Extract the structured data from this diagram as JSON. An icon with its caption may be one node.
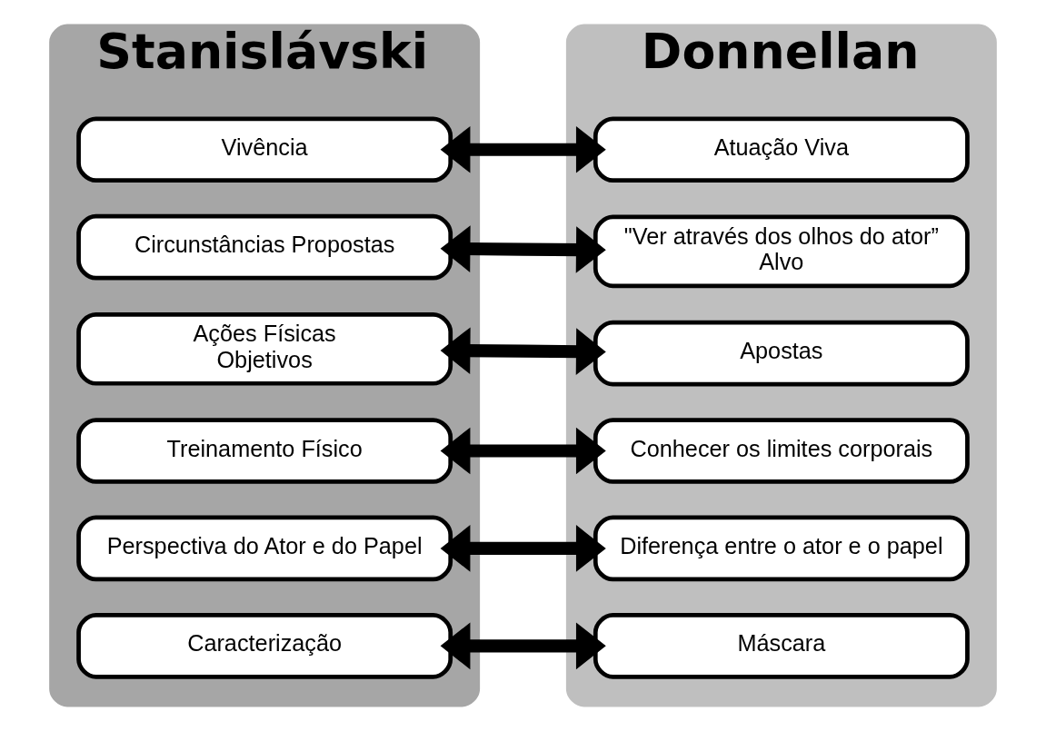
{
  "diagram": {
    "nodes": [
      {
        "text": [
          "Stanislávski"
        ]
      },
      {
        "text": [
          "Vivência"
        ],
        "in": 0
      },
      {
        "text": [
          "Circunstâncias Propostas"
        ],
        "in": 0
      },
      {
        "text": [
          "Ações Físicas",
          "Objetivos"
        ],
        "in": 0
      },
      {
        "text": [
          "Treinamento Físico"
        ],
        "in": 0
      },
      {
        "text": [
          "Perspectiva do Ator e do Papel"
        ],
        "in": 0
      },
      {
        "text": [
          "Caracterização"
        ],
        "in": 0
      },
      {
        "text": [
          "Donnellan"
        ]
      },
      {
        "text": [
          "Atuação Viva"
        ],
        "in": 7
      },
      {
        "text": [
          "\"Ver através dos olhos do ator”",
          "Alvo"
        ],
        "in": 7
      },
      {
        "text": [
          "Apostas"
        ],
        "in": 7
      },
      {
        "text": [
          "Conhecer os limites corporais"
        ],
        "in": 7
      },
      {
        "text": [
          "Diferença entre o ator e o papel"
        ],
        "in": 7
      },
      {
        "text": [
          "Máscara"
        ],
        "in": 7
      }
    ],
    "edges": [
      {
        "from": 1,
        "to": 8,
        "arrow": "both"
      },
      {
        "from": 2,
        "to": 9,
        "arrow": "both"
      },
      {
        "from": 3,
        "to": 10,
        "arrow": "both"
      },
      {
        "from": 4,
        "to": 11,
        "arrow": "both"
      },
      {
        "from": 5,
        "to": 12,
        "arrow": "both"
      },
      {
        "from": 6,
        "to": 13,
        "arrow": "both"
      }
    ]
  }
}
